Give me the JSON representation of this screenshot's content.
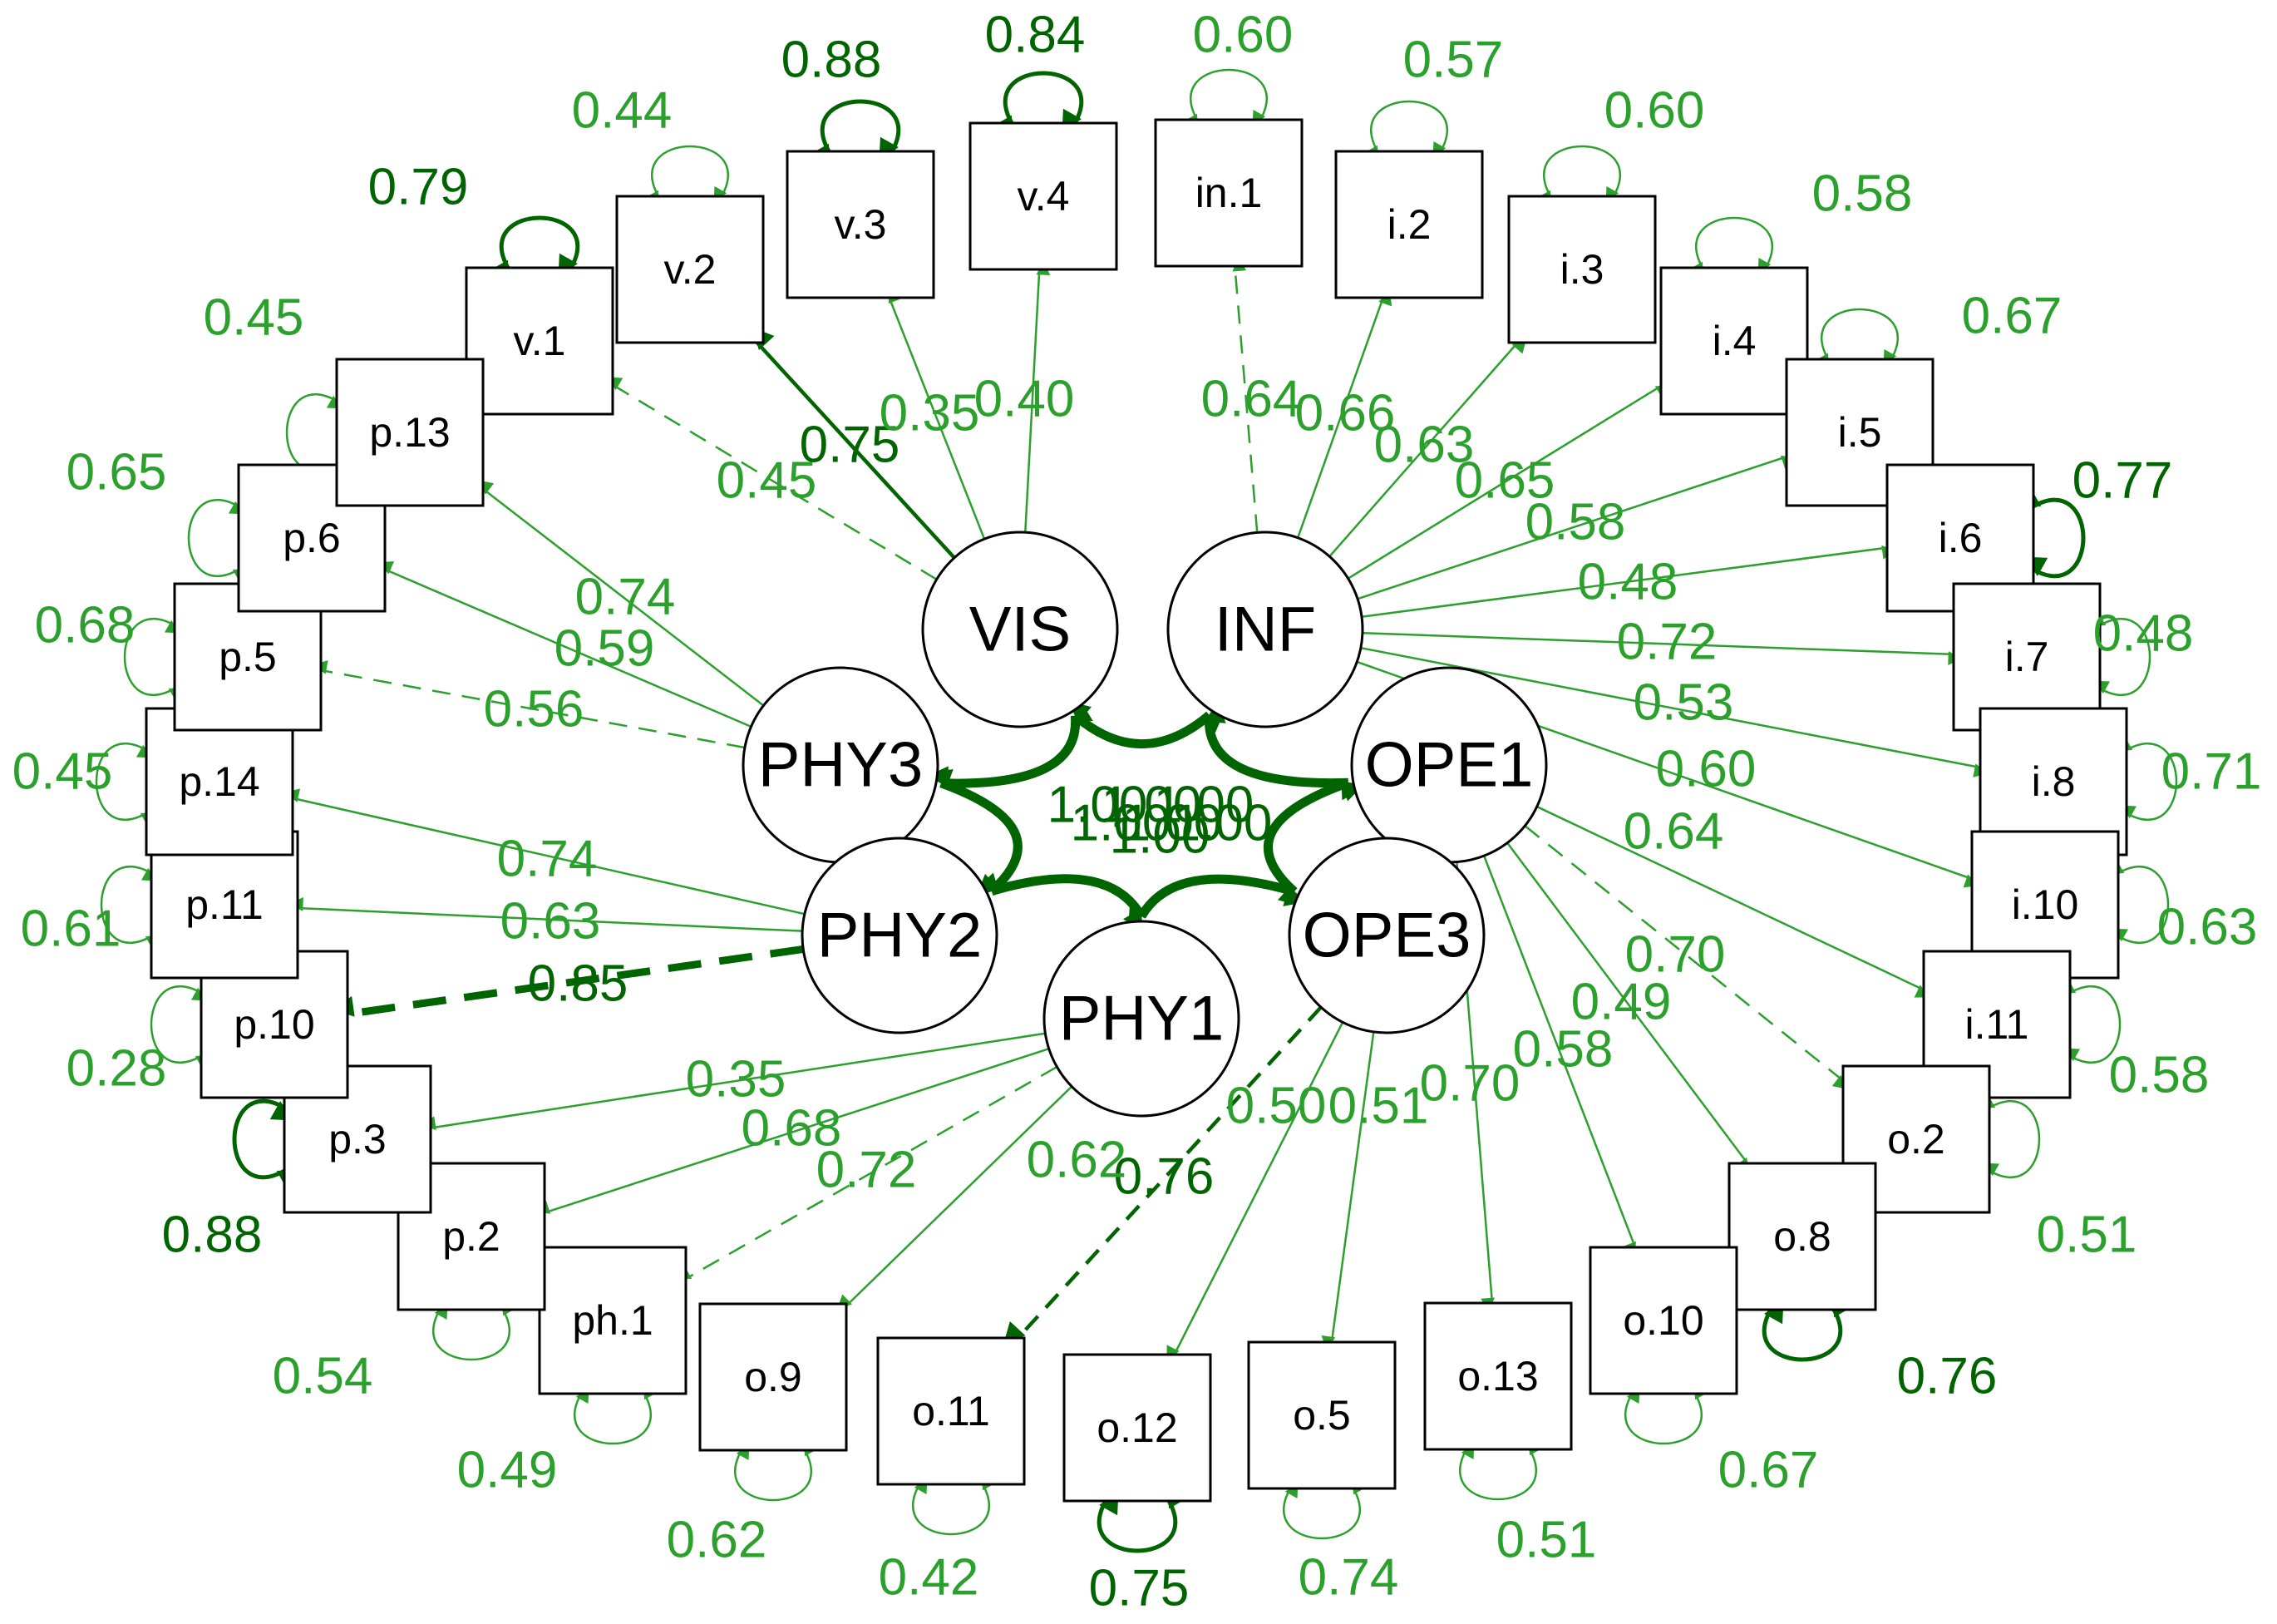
{
  "colors": {
    "strong": "#006400",
    "normal": "#2ca02c",
    "border": "#000000"
  },
  "latents": [
    {
      "id": "VIS",
      "label": "VIS"
    },
    {
      "id": "INF",
      "label": "INF"
    },
    {
      "id": "PHY3",
      "label": "PHY3"
    },
    {
      "id": "OPE1",
      "label": "OPE1"
    },
    {
      "id": "PHY2",
      "label": "PHY2"
    },
    {
      "id": "OPE3",
      "label": "OPE3"
    },
    {
      "id": "PHY1",
      "label": "PHY1"
    }
  ],
  "observed": [
    {
      "id": "v.1",
      "label": "v.1",
      "residual": "0.79"
    },
    {
      "id": "v.2",
      "label": "v.2",
      "residual": "0.44"
    },
    {
      "id": "v.3",
      "label": "v.3",
      "residual": "0.88"
    },
    {
      "id": "v.4",
      "label": "v.4",
      "residual": "0.84"
    },
    {
      "id": "in.1",
      "label": "in.1",
      "residual": "0.60"
    },
    {
      "id": "i.2",
      "label": "i.2",
      "residual": "0.57"
    },
    {
      "id": "i.3",
      "label": "i.3",
      "residual": "0.60"
    },
    {
      "id": "i.4",
      "label": "i.4",
      "residual": "0.58"
    },
    {
      "id": "i.5",
      "label": "i.5",
      "residual": "0.67"
    },
    {
      "id": "i.6",
      "label": "i.6",
      "residual": "0.77"
    },
    {
      "id": "i.7",
      "label": "i.7",
      "residual": "0.48"
    },
    {
      "id": "i.8",
      "label": "i.8",
      "residual": "0.71"
    },
    {
      "id": "i.10",
      "label": "i.10",
      "residual": "0.63"
    },
    {
      "id": "i.11",
      "label": "i.11",
      "residual": "0.58"
    },
    {
      "id": "o.2",
      "label": "o.2",
      "residual": "0.51"
    },
    {
      "id": "o.8",
      "label": "o.8",
      "residual": "0.76"
    },
    {
      "id": "o.10",
      "label": "o.10",
      "residual": "0.67"
    },
    {
      "id": "o.13",
      "label": "o.13",
      "residual": "0.51"
    },
    {
      "id": "o.5",
      "label": "o.5",
      "residual": "0.74"
    },
    {
      "id": "o.12",
      "label": "o.12",
      "residual": "0.75"
    },
    {
      "id": "o.11",
      "label": "o.11",
      "residual": "0.42"
    },
    {
      "id": "o.9",
      "label": "o.9",
      "residual": "0.62"
    },
    {
      "id": "ph.1",
      "label": "ph.1",
      "residual": "0.49"
    },
    {
      "id": "p.2",
      "label": "p.2",
      "residual": "0.54"
    },
    {
      "id": "p.3",
      "label": "p.3",
      "residual": "0.88"
    },
    {
      "id": "p.10",
      "label": "p.10",
      "residual": "0.28"
    },
    {
      "id": "p.11",
      "label": "p.11",
      "residual": "0.61"
    },
    {
      "id": "p.14",
      "label": "p.14",
      "residual": "0.45"
    },
    {
      "id": "p.5",
      "label": "p.5",
      "residual": "0.68"
    },
    {
      "id": "p.6",
      "label": "p.6",
      "residual": "0.65"
    },
    {
      "id": "p.13",
      "label": "p.13",
      "residual": "0.45"
    }
  ],
  "loadings": [
    {
      "from": "VIS",
      "to": "v.1",
      "value": "0.45",
      "style": "dashed"
    },
    {
      "from": "VIS",
      "to": "v.2",
      "value": "0.75",
      "style": "solid",
      "strong": true
    },
    {
      "from": "VIS",
      "to": "v.3",
      "value": "0.35",
      "style": "solid"
    },
    {
      "from": "VIS",
      "to": "v.4",
      "value": "0.40",
      "style": "solid"
    },
    {
      "from": "INF",
      "to": "in.1",
      "value": "0.64",
      "style": "dashed"
    },
    {
      "from": "INF",
      "to": "i.2",
      "value": "0.66",
      "style": "solid"
    },
    {
      "from": "INF",
      "to": "i.3",
      "value": "0.63",
      "style": "solid"
    },
    {
      "from": "INF",
      "to": "i.4",
      "value": "0.65",
      "style": "solid"
    },
    {
      "from": "INF",
      "to": "i.5",
      "value": "0.58",
      "style": "solid"
    },
    {
      "from": "INF",
      "to": "i.6",
      "value": "0.48",
      "style": "solid"
    },
    {
      "from": "INF",
      "to": "i.7",
      "value": "0.72",
      "style": "solid"
    },
    {
      "from": "INF",
      "to": "i.8",
      "value": "0.53",
      "style": "solid"
    },
    {
      "from": "INF",
      "to": "i.10",
      "value": "0.60",
      "style": "solid"
    },
    {
      "from": "OPE1",
      "to": "i.11",
      "value": "0.64",
      "style": "solid"
    },
    {
      "from": "OPE1",
      "to": "o.2",
      "value": "0.70",
      "style": "dashed"
    },
    {
      "from": "OPE1",
      "to": "o.8",
      "value": "0.49",
      "style": "solid"
    },
    {
      "from": "OPE1",
      "to": "o.10",
      "value": "0.58",
      "style": "solid"
    },
    {
      "from": "OPE1",
      "to": "o.13",
      "value": "0.70",
      "style": "solid"
    },
    {
      "from": "OPE3",
      "to": "o.5",
      "value": "0.51",
      "style": "solid"
    },
    {
      "from": "OPE3",
      "to": "o.12",
      "value": "0.50",
      "style": "solid"
    },
    {
      "from": "OPE3",
      "to": "o.11",
      "value": "0.76",
      "style": "dashed",
      "strong": true
    },
    {
      "from": "PHY1",
      "to": "o.9",
      "value": "0.62",
      "style": "solid"
    },
    {
      "from": "PHY1",
      "to": "ph.1",
      "value": "0.72",
      "style": "dashed"
    },
    {
      "from": "PHY1",
      "to": "p.2",
      "value": "0.68",
      "style": "solid"
    },
    {
      "from": "PHY1",
      "to": "p.3",
      "value": "0.35",
      "style": "solid"
    },
    {
      "from": "PHY2",
      "to": "p.10",
      "value": "0.85",
      "style": "dashed",
      "strong": true
    },
    {
      "from": "PHY2",
      "to": "p.11",
      "value": "0.63",
      "style": "solid"
    },
    {
      "from": "PHY2",
      "to": "p.14",
      "value": "0.74",
      "style": "solid"
    },
    {
      "from": "PHY3",
      "to": "p.5",
      "value": "0.56",
      "style": "dashed"
    },
    {
      "from": "PHY3",
      "to": "p.6",
      "value": "0.59",
      "style": "solid"
    },
    {
      "from": "PHY3",
      "to": "p.13",
      "value": "0.74",
      "style": "solid"
    }
  ],
  "covariances": [
    {
      "between": [
        "VIS",
        "INF"
      ],
      "value": "1.00"
    },
    {
      "between": [
        "VIS",
        "PHY3"
      ],
      "value": "1.00"
    },
    {
      "between": [
        "INF",
        "OPE1"
      ],
      "value": "1.00"
    },
    {
      "between": [
        "PHY3",
        "PHY2"
      ],
      "value": "1.00"
    },
    {
      "between": [
        "OPE1",
        "OPE3"
      ],
      "value": "1.00"
    },
    {
      "between": [
        "PHY2",
        "PHY1"
      ],
      "value": "1.00"
    },
    {
      "between": [
        "OPE3",
        "PHY1"
      ],
      "value": "1.00"
    }
  ]
}
